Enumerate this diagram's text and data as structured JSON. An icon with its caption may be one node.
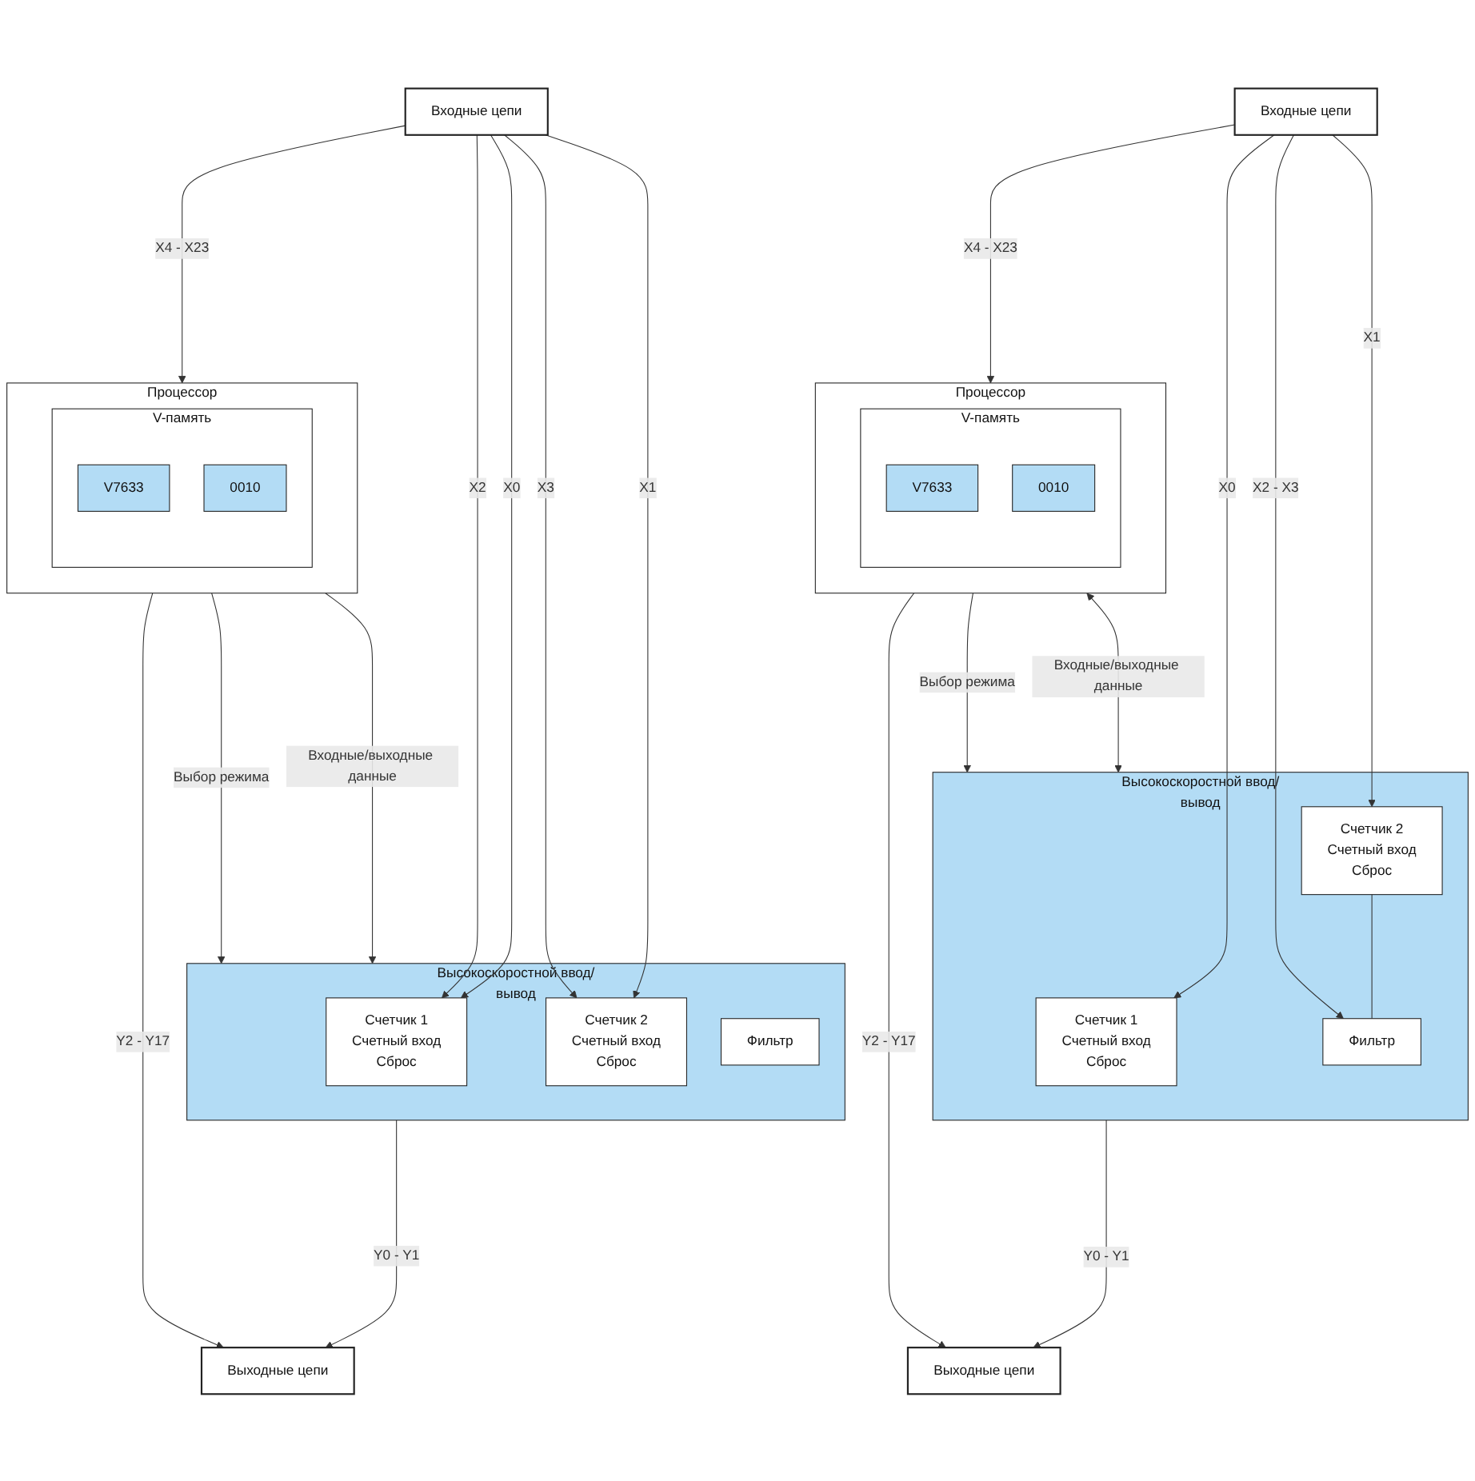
{
  "diagram": {
    "nodes": [
      {
        "text": [
          "Высокоскоростной ввод/вывод"
        ]
      },
      {
        "text": [
          "Счетчик 1",
          "Счетный вход",
          "Сброс"
        ],
        "in": 0
      },
      {
        "text": [
          "Счетчик 2",
          "Счетный вход",
          "Сброс"
        ],
        "in": 0
      },
      {
        "text": [
          "Фильтр"
        ],
        "in": 0
      },
      {
        "text": [
          "Процессор"
        ]
      },
      {
        "text": [
          "V-память"
        ],
        "in": 4
      },
      {
        "text": [
          "V7633"
        ],
        "in": 5
      },
      {
        "text": [
          "0010"
        ],
        "in": 5
      },
      {
        "text": [
          "Выходные цепи"
        ]
      },
      {
        "text": [
          "Входные цепи"
        ]
      },
      {
        "text": [
          "Высокоскоростной ввод/вывод"
        ]
      },
      {
        "text": [
          "Счетчик 1",
          "Счетный вход",
          "Сброс"
        ],
        "in": 10
      },
      {
        "text": [
          "Счетчик 2",
          "Счетный вход",
          "Сброс"
        ],
        "in": 10
      },
      {
        "text": [
          "Фильтр"
        ],
        "in": 10
      },
      {
        "text": [
          "Процессор"
        ]
      },
      {
        "text": [
          "V-память"
        ],
        "in": 14
      },
      {
        "text": [
          "V7633"
        ],
        "in": 15
      },
      {
        "text": [
          "0010"
        ],
        "in": 15
      },
      {
        "text": [
          "Выходные цепи"
        ]
      },
      {
        "text": [
          "Входные цепи"
        ]
      }
    ],
    "edges": [
      {
        "from": 0,
        "to": 8,
        "arrow": "to",
        "label": "Y0 - Y1"
      },
      {
        "from": 4,
        "to": 8,
        "arrow": "to",
        "label": "Y2 - Y17"
      },
      {
        "from": 4,
        "to": 0,
        "arrow": "to",
        "label": "Входные/выходные данные"
      },
      {
        "from": 4,
        "to": 0,
        "arrow": "to",
        "label": "Выбор режима"
      },
      {
        "from": 9,
        "to": 1,
        "arrow": "to",
        "label": "X0"
      },
      {
        "from": 9,
        "to": 1,
        "arrow": "to",
        "label": "X2"
      },
      {
        "from": 9,
        "to": 2,
        "arrow": "to",
        "label": "X1"
      },
      {
        "from": 9,
        "to": 2,
        "arrow": "to",
        "label": "X3"
      },
      {
        "from": 9,
        "to": 4,
        "arrow": "to",
        "label": "X4 - X23"
      },
      {
        "from": 10,
        "to": 18,
        "arrow": "to",
        "label": "Y0 - Y1"
      },
      {
        "from": 14,
        "to": 18,
        "arrow": "to",
        "label": "Y2 - Y17"
      },
      {
        "from": 14,
        "to": 10,
        "arrow": "both",
        "label": "Входные/выходные данные"
      },
      {
        "from": 14,
        "to": 10,
        "arrow": "to",
        "label": "Выбор режима"
      },
      {
        "from": 12,
        "to": 13,
        "arrow": "none"
      },
      {
        "from": 19,
        "to": 11,
        "arrow": "to",
        "label": "X0"
      },
      {
        "from": 19,
        "to": 12,
        "arrow": "to",
        "label": "X1"
      },
      {
        "from": 19,
        "to": 13,
        "arrow": "to",
        "label": "X2 - X3"
      },
      {
        "from": 19,
        "to": 14,
        "arrow": "to",
        "label": "X4 - X23"
      }
    ]
  }
}
